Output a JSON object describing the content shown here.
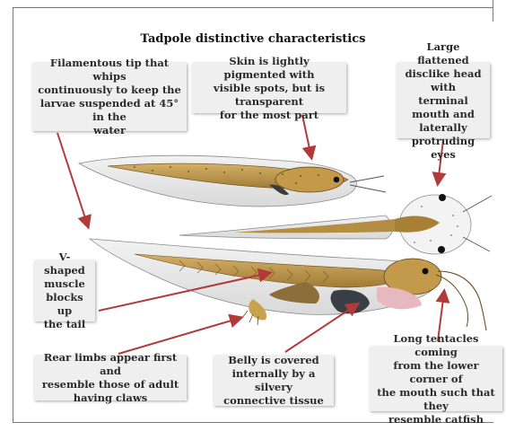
{
  "title": "Tadpole distinctive characteristics",
  "labels": {
    "filament": "Filamentous tip that whips\ncontinuously to keep the\nlarvae suspended at 45° in the\nwater",
    "skin": "Skin is lightly pigmented with\nvisible spots, but is transparent\nfor the most part",
    "head": "Large flattened\ndisclike head with\nterminal mouth and\nlaterally protruding\neyes",
    "muscle": "V-shaped\nmuscle\nblocks up\nthe tail",
    "limbs": "Rear limbs appear first and\nresemble those of adult\nhaving claws",
    "belly": "Belly is covered\ninternally by a silvery\nconnective tissue",
    "tentacles": "Long tentacles coming\nfrom the lower corner of\nthe mouth such that they\nresemble catfish"
  },
  "colors": {
    "arrow": "#b23a3a",
    "label_bg": "#efefef",
    "body_tan": "#c9a24e",
    "body_dark": "#6b4a1f",
    "belly_pink": "#e7b9bf"
  }
}
